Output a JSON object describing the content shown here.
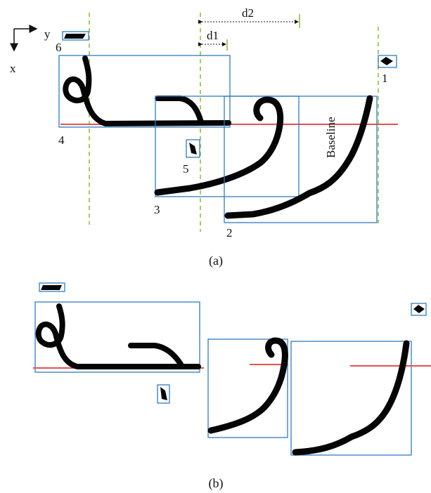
{
  "panel_a": {
    "axis_y_label": "y",
    "axis_x_label": "x",
    "d1_label": "d1",
    "d2_label": "d2",
    "baseline_label": "Baseline",
    "box_numbers": {
      "b1": "1",
      "b2": "2",
      "b3": "3",
      "b4": "4",
      "b5": "5",
      "b6": "6"
    },
    "caption": "(a)"
  },
  "panel_b": {
    "caption": "(b)"
  },
  "colors": {
    "box": "#2e7cc0",
    "guide": "#8fbf3c",
    "baseline": "#e8504f",
    "ink": "#050505"
  }
}
